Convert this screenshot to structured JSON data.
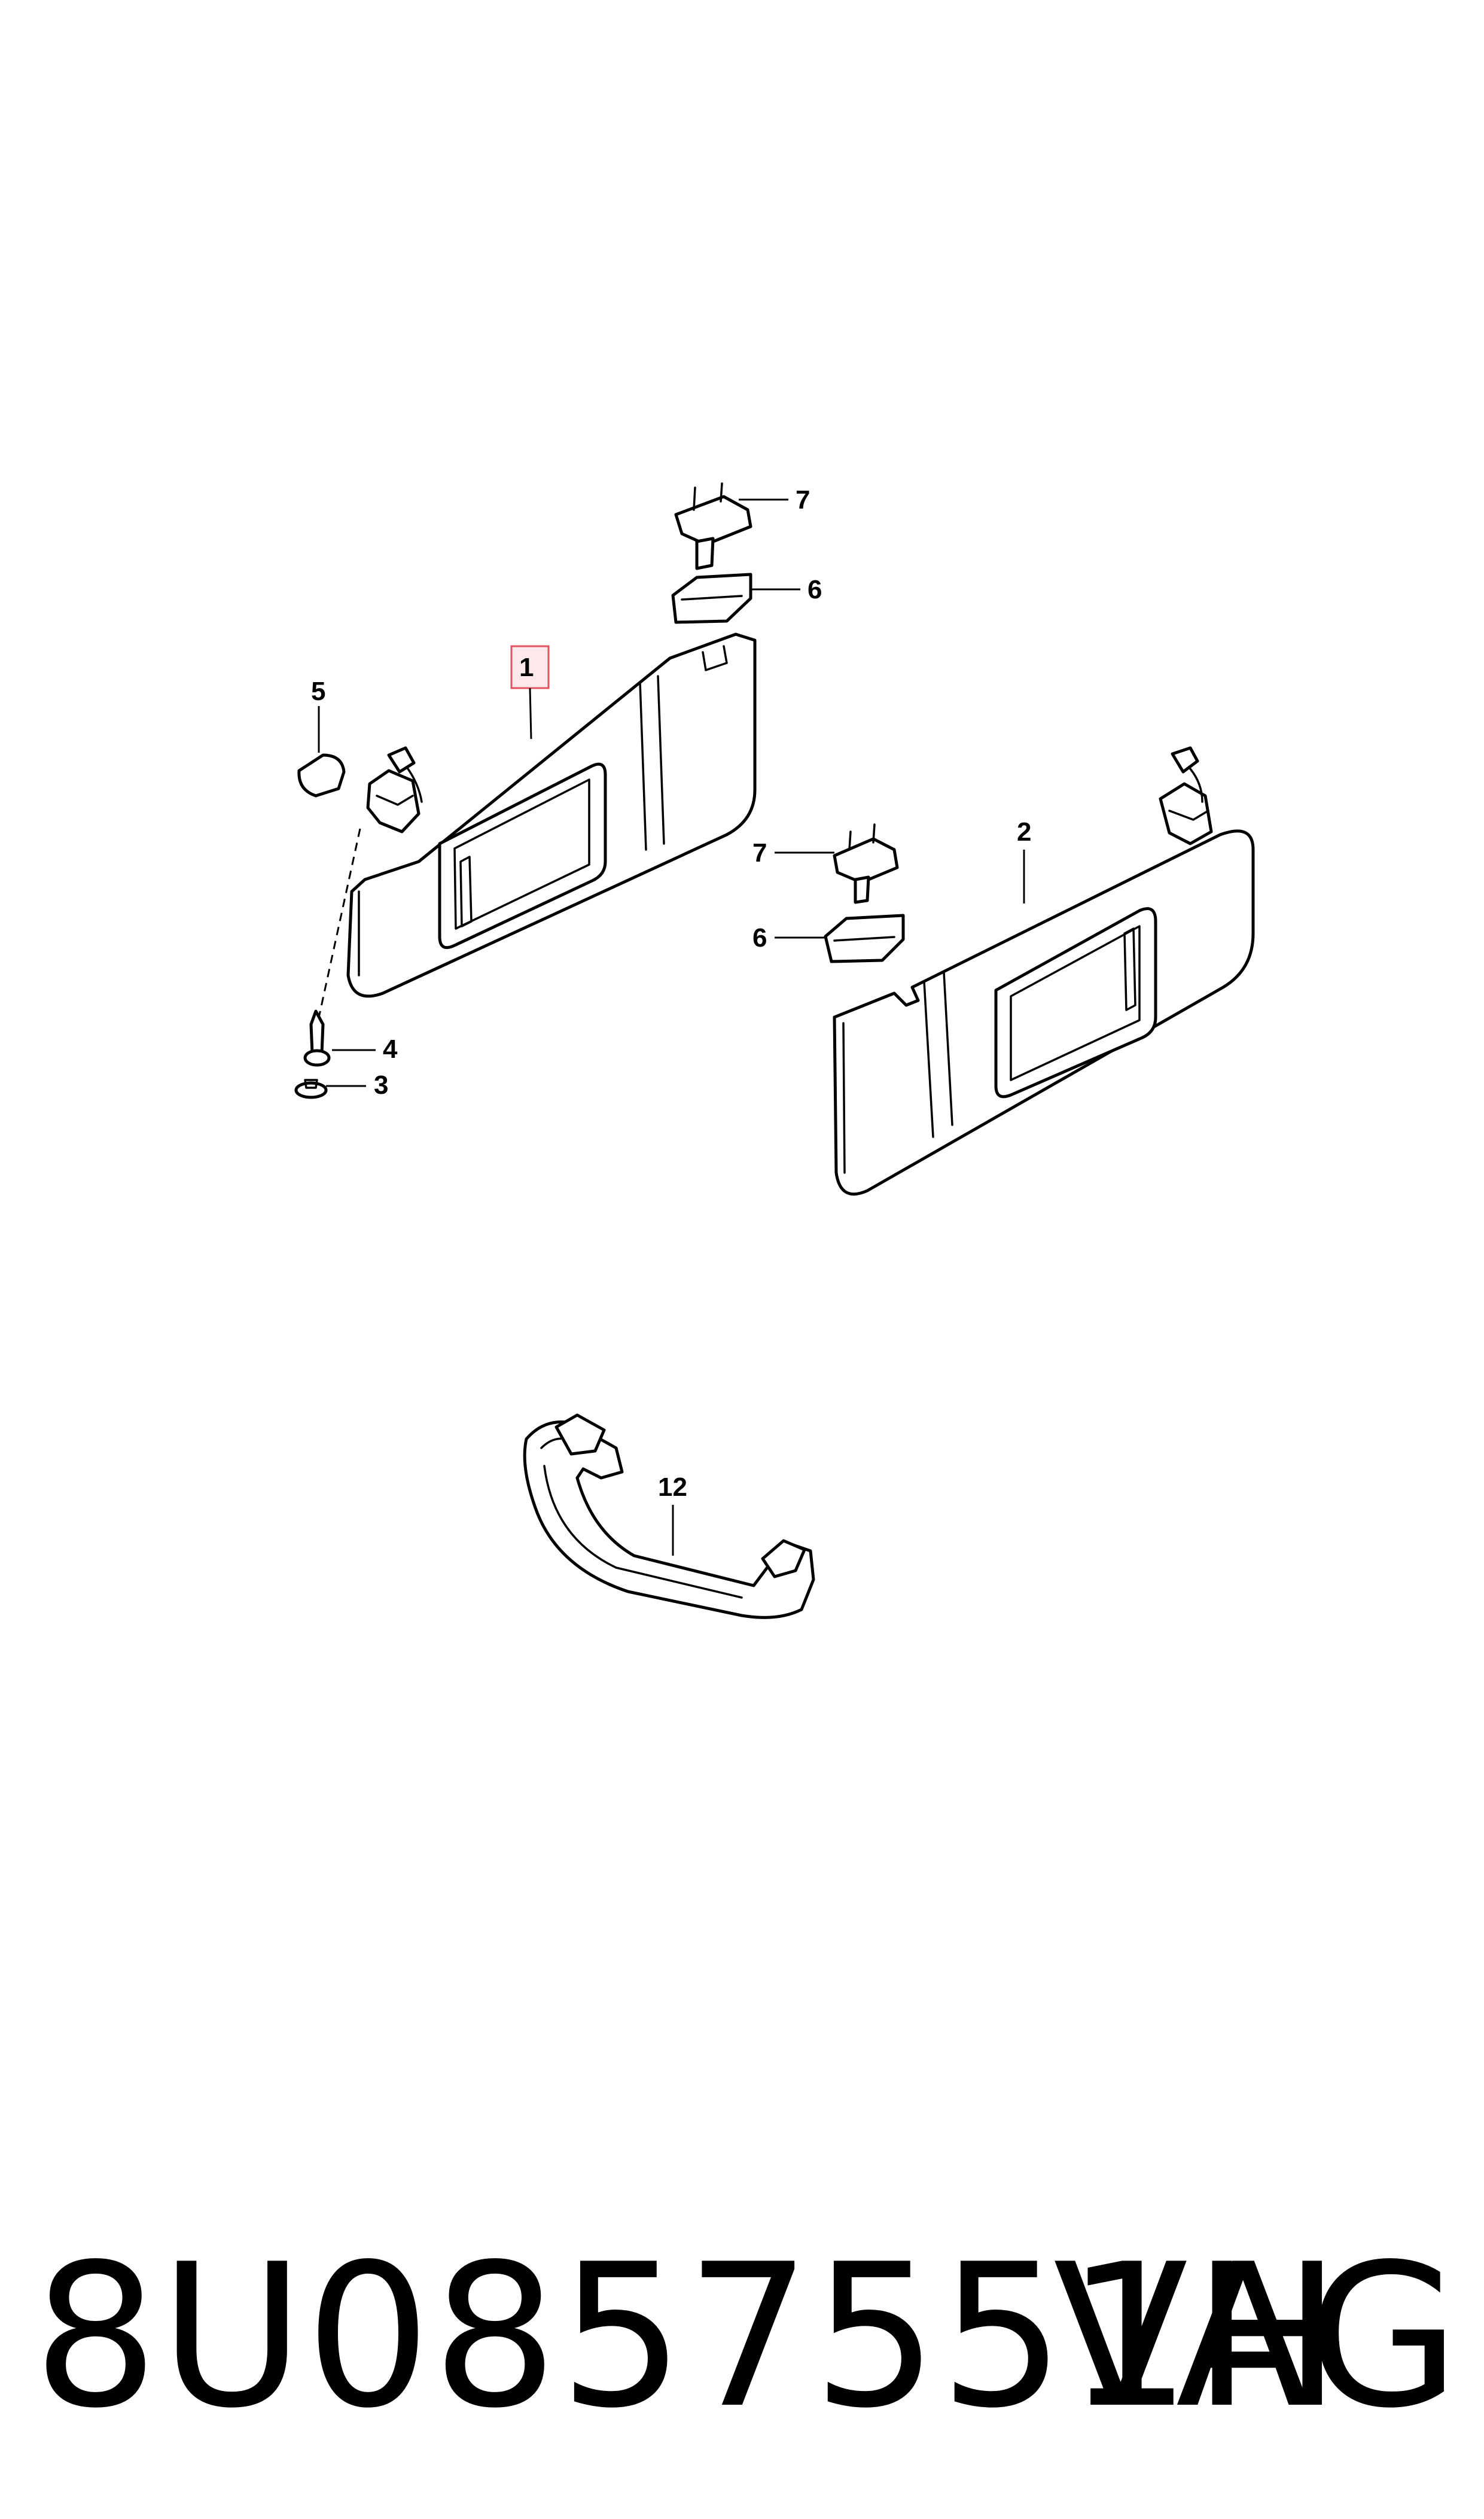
{
  "callouts": {
    "visor_left": "1",
    "visor_right": "2",
    "cap": "3",
    "screw": "4",
    "cover": "5",
    "mount_top": "7",
    "clip_top": "6",
    "mount_mid": "7",
    "clip_mid": "6",
    "grab_handle": "12"
  },
  "highlighted_callout": "1",
  "footer": {
    "part_number": "8U0857551H",
    "brand": "VAG"
  }
}
